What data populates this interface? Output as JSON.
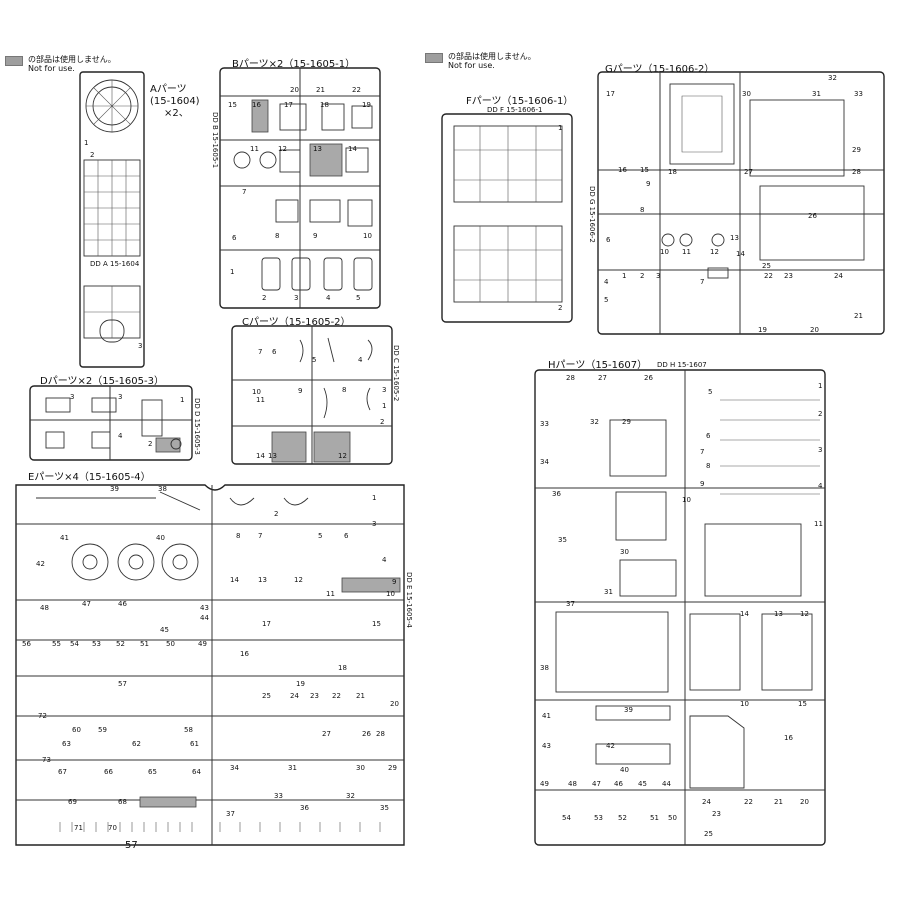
{
  "legend": {
    "jp": "の部品は使用しません。",
    "en": "Not for use."
  },
  "page_number": "57",
  "sprues": {
    "A": {
      "title": "Aパーツ",
      "code": "(15-1604)",
      "mult": "×2、",
      "tag": "DD A 15-1604",
      "nums": [
        "1",
        "2",
        "3"
      ]
    },
    "B": {
      "title": "Bパーツ×2（15-1605-1）",
      "tag": "DD B 15-1605-1",
      "nums": [
        "15",
        "16",
        "17",
        "18",
        "19",
        "20",
        "21",
        "22",
        "11",
        "12",
        "13",
        "14",
        "7",
        "6",
        "8",
        "9",
        "10",
        "1",
        "2",
        "3",
        "4",
        "5"
      ]
    },
    "C": {
      "title": "Cパーツ（15-1605-2）",
      "tag": "DD C 15-1605-2",
      "nums": [
        "7",
        "6",
        "5",
        "4",
        "10",
        "11",
        "9",
        "8",
        "3",
        "1",
        "2",
        "14",
        "13",
        "12"
      ]
    },
    "D": {
      "title": "Dパーツ×2（15-1605-3）",
      "tag": "DD D 15-1605-3",
      "nums": [
        "3",
        "3",
        "1",
        "4",
        "2"
      ]
    },
    "E": {
      "title": "Eパーツ×4（15-1605-4）",
      "tag": "DD E 15-1605-4",
      "nums": [
        "39",
        "38",
        "1",
        "2",
        "3",
        "4",
        "5",
        "6",
        "7",
        "8",
        "9",
        "10",
        "11",
        "12",
        "13",
        "14",
        "15",
        "16",
        "17",
        "18",
        "19",
        "20",
        "21",
        "22",
        "23",
        "24",
        "25",
        "26",
        "27",
        "28",
        "29",
        "30",
        "31",
        "32",
        "33",
        "34",
        "35",
        "36",
        "37",
        "40",
        "41",
        "42",
        "43",
        "44",
        "45",
        "46",
        "47",
        "48",
        "49",
        "50",
        "51",
        "52",
        "53",
        "54",
        "55",
        "56",
        "57",
        "58",
        "59",
        "60",
        "61",
        "62",
        "63",
        "64",
        "65",
        "66",
        "67",
        "68",
        "69",
        "70",
        "71",
        "72",
        "73"
      ]
    },
    "F": {
      "title": "Fパーツ（15-1606-1）",
      "tag": "DD F 15-1606-1",
      "nums": [
        "1",
        "2"
      ]
    },
    "G": {
      "title": "Gパーツ（15-1606-2）",
      "tag": "DD G 15-1606-2",
      "nums": [
        "30",
        "31",
        "32",
        "33",
        "16",
        "15",
        "17",
        "18",
        "27",
        "28",
        "29",
        "26",
        "25",
        "9",
        "8",
        "6",
        "10",
        "11",
        "12",
        "13",
        "14",
        "1",
        "2",
        "3",
        "4",
        "5",
        "7",
        "22",
        "23",
        "24",
        "19",
        "20",
        "21"
      ]
    },
    "H": {
      "title": "Hパーツ（15-1607）",
      "tag": "DD H 15-1607",
      "nums": [
        "28",
        "27",
        "26",
        "5",
        "1",
        "2",
        "3",
        "4",
        "33",
        "32",
        "29",
        "6",
        "34",
        "7",
        "8",
        "9",
        "36",
        "30",
        "10",
        "35",
        "11",
        "37",
        "31",
        "38",
        "14",
        "13",
        "12",
        "15",
        "16",
        "39",
        "41",
        "43",
        "42",
        "40",
        "10",
        "49",
        "48",
        "47",
        "46",
        "45",
        "44",
        "24",
        "22",
        "21",
        "20",
        "23",
        "54",
        "53",
        "52",
        "51",
        "50",
        "25"
      ]
    }
  }
}
